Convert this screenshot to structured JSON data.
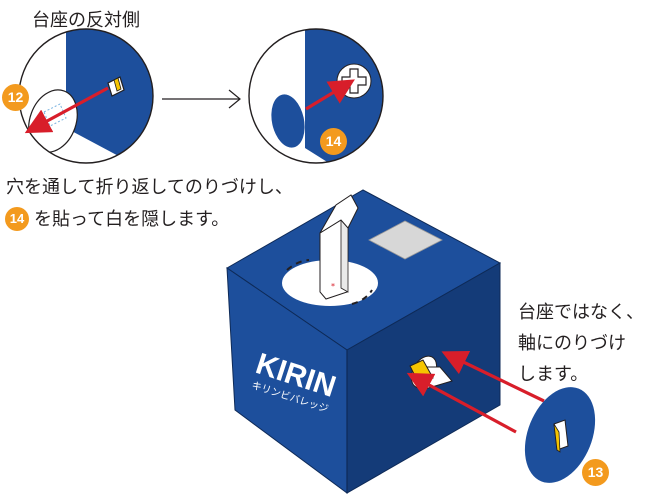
{
  "labels": {
    "opposite_side_title": "台座の反対側",
    "instruction_line1": "穴を通して折り返してのりづけし、",
    "instruction_line2": "を貼って白を隠します。",
    "side_note_line1": "台座ではなく、",
    "side_note_line2": "軸にのりづけ",
    "side_note_line3": "します。"
  },
  "badges": {
    "step12": "12",
    "step13": "13",
    "step14": "14",
    "step14_inline": "14"
  },
  "box_brand": {
    "logo": "KIRIN",
    "sub_logo": "キリンビバレッジ"
  },
  "colors": {
    "box_blue": "#1d4f9c",
    "box_blue_dark": "#143b78",
    "arrow_red": "#d81e2a",
    "badge_orange": "#f39a1e",
    "tab_yellow": "#f5c500"
  }
}
